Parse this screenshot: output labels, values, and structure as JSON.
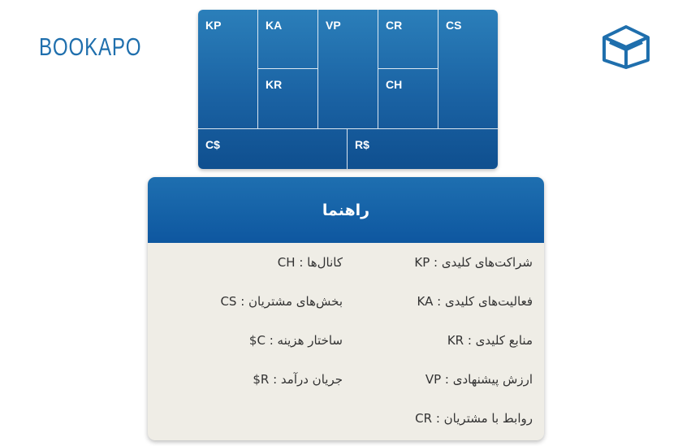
{
  "brand": {
    "name": "BOOKAPO"
  },
  "canvas": {
    "blocks": {
      "kp": "KP",
      "ka": "KA",
      "vp": "VP",
      "cr": "CR",
      "cs": "CS",
      "kr": "KR",
      "ch": "CH",
      "cost": "C$",
      "rev": "R$"
    }
  },
  "guide": {
    "title": "راهنما",
    "right": [
      "شراکت‌های کلیدی : KP",
      "فعالیت‌های کلیدی : KA",
      "منابع کلیدی : KR",
      "ارزش پیشنهادی : VP",
      "روابط با مشتریان : CR"
    ],
    "left": [
      "کانال‌ها : CH",
      "بخش‌های مشتریان : CS",
      "ساختار هزینه : C$",
      "جریان درآمد : R$"
    ]
  },
  "colors": {
    "brand": "#1f6fad",
    "block_blue": "#1a62a3",
    "panel_bg": "#efede6"
  },
  "icons": [
    "book-logo-icon"
  ]
}
